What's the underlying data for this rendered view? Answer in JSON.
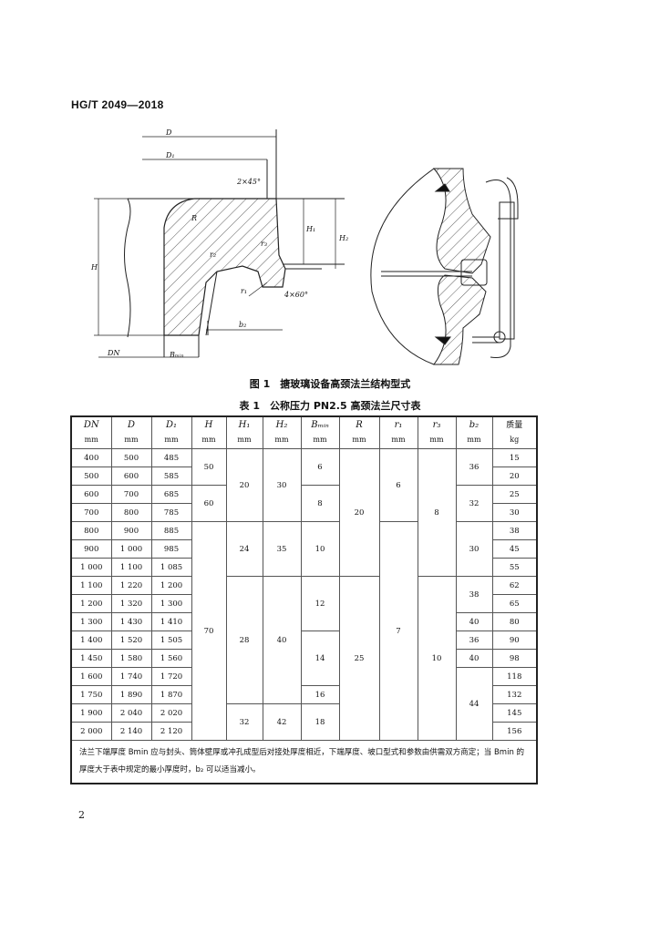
{
  "header": {
    "standard_code": "HG/T 2049—2018"
  },
  "figure": {
    "labels": {
      "D": "D",
      "D1": "D₁",
      "chamfer": "2×45°",
      "R": "R",
      "H1": "H₁",
      "H2": "H₂",
      "H": "H",
      "r3": "r₃",
      "r2": "r₂",
      "r1": "r₁",
      "chamfer2": "4×60°",
      "b2": "b₂",
      "DN": "DN",
      "Bmin": "Bₘᵢₙ"
    },
    "caption": "图 1　搪玻璃设备高颈法兰结构型式"
  },
  "table": {
    "caption": "表 1　公称压力 PN2.5 高颈法兰尺寸表",
    "headers": [
      {
        "sym": "DN",
        "unit": "mm"
      },
      {
        "sym": "D",
        "unit": "mm"
      },
      {
        "sym": "D₁",
        "unit": "mm"
      },
      {
        "sym": "H",
        "unit": "mm"
      },
      {
        "sym": "H₁",
        "unit": "mm"
      },
      {
        "sym": "H₂",
        "unit": "mm"
      },
      {
        "sym": "Bₘᵢₙ",
        "unit": "mm"
      },
      {
        "sym": "R",
        "unit": "mm"
      },
      {
        "sym": "r₁",
        "unit": "mm"
      },
      {
        "sym": "r₃",
        "unit": "mm"
      },
      {
        "sym": "b₂",
        "unit": "mm"
      },
      {
        "sym": "质量",
        "unit": "kg"
      }
    ],
    "dn": [
      "400",
      "500",
      "600",
      "700",
      "800",
      "900",
      "1 000",
      "1 100",
      "1 200",
      "1 300",
      "1 400",
      "1 450",
      "1 600",
      "1 750",
      "1 900",
      "2 000"
    ],
    "d": [
      "500",
      "600",
      "700",
      "800",
      "900",
      "1 000",
      "1 100",
      "1 220",
      "1 320",
      "1 430",
      "1 520",
      "1 580",
      "1 740",
      "1 890",
      "2 040",
      "2 140"
    ],
    "d1": [
      "485",
      "585",
      "685",
      "785",
      "885",
      "985",
      "1 085",
      "1 200",
      "1 300",
      "1 410",
      "1 505",
      "1 560",
      "1 720",
      "1 870",
      "2 020",
      "2 120"
    ],
    "mass": [
      "15",
      "20",
      "25",
      "30",
      "38",
      "45",
      "55",
      "62",
      "65",
      "80",
      "90",
      "98",
      "118",
      "132",
      "145",
      "156"
    ],
    "h": [
      "50",
      "60",
      "70"
    ],
    "h1": [
      "20",
      "24",
      "28",
      "32"
    ],
    "h2": [
      "30",
      "35",
      "40",
      "42"
    ],
    "bmin": [
      "6",
      "8",
      "10",
      "12",
      "14",
      "16",
      "18"
    ],
    "r_big": [
      "20",
      "25"
    ],
    "r1": [
      "6",
      "7"
    ],
    "r3": [
      "8",
      "10"
    ],
    "b2": [
      "36",
      "32",
      "30",
      "38",
      "40",
      "36",
      "40",
      "44"
    ],
    "note": "法兰下端厚度 Bmin 应与封头、筒体壁厚或冲孔成型后对接处厚度相近，下端厚度、坡口型式和参数由供需双方商定；当 Bmin 的厚度大于表中规定的最小厚度时，b₂ 可以适当减小。"
  },
  "footer": {
    "page_number": "2"
  }
}
